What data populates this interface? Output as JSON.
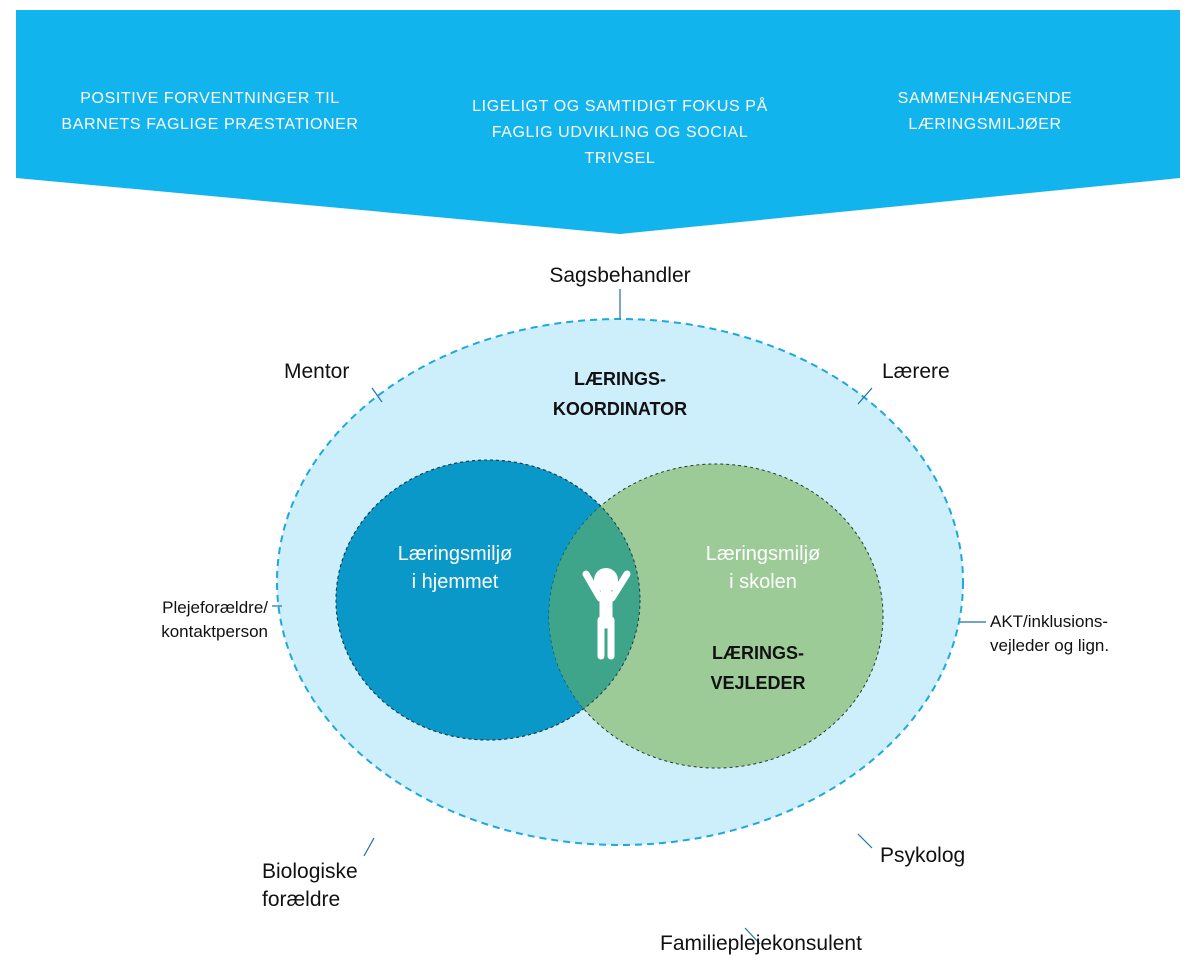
{
  "banner": {
    "color": "#12b4ee",
    "items": [
      {
        "lines": [
          "POSITIVE FORVENTNINGER TIL",
          "BARNETS FAGLIGE PRÆSTATIONER"
        ]
      },
      {
        "lines": [
          "LIGELIGT OG SAMTIDIGT FOKUS PÅ",
          "FAGLIG UDVIKLING OG SOCIAL",
          "TRIVSEL"
        ]
      },
      {
        "lines": [
          "SAMMENHÆNGENDE",
          "LÆRINGSMILJØER"
        ]
      }
    ]
  },
  "outer_circle": {
    "fill": "#cdeefb",
    "stroke": "#1ea8de",
    "title_lines": [
      "LÆRINGS-",
      "KOORDINATOR"
    ]
  },
  "home_circle": {
    "fill": "#0a98c9",
    "lines": [
      "Læringsmiljø",
      "i hjemmet"
    ]
  },
  "school_circle": {
    "fill": "#9ccb98",
    "lines": [
      "Læringsmiljø",
      "i skolen"
    ],
    "title_lines": [
      "LÆRINGS-",
      "VEJLEDER"
    ]
  },
  "overlap": {
    "fill": "#3ea58a",
    "icon": "child-icon"
  },
  "roles": {
    "sagsbehandler": [
      "Sagsbehandler"
    ],
    "mentor": [
      "Mentor"
    ],
    "laerere": [
      "Lærere"
    ],
    "plejeforaeldre": [
      "Plejeforældre/",
      "kontaktperson"
    ],
    "akt": [
      "AKT/inklusions-",
      "vejleder og lign."
    ],
    "psykolog": [
      "Psykolog"
    ],
    "biologiske": [
      "Biologiske",
      "forældre"
    ],
    "familiepleje": [
      "Familieplejekonsulent"
    ]
  }
}
